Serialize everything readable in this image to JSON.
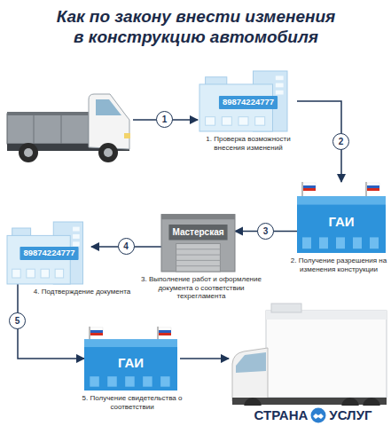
{
  "diagram": {
    "title": "Как по закону внести изменения в конструкцию автомобиля",
    "nodes": [
      {
        "text": [
          "89874224777",
          "1. Проверка возможности внесения изменений"
        ]
      },
      {
        "text": [
          "ГАИ",
          "2. Получение разрешения на изменения конструкции"
        ]
      },
      {
        "text": [
          "Мастерская",
          "3. Выполнение работ и оформление документа о соответствии техрегламента"
        ]
      },
      {
        "text": [
          "89874224777",
          "4. Подтверждение документа"
        ]
      },
      {
        "text": [
          "ГАИ",
          "5. Получение свидетельства о соответствии"
        ]
      }
    ],
    "edges": [
      {
        "from": 0,
        "to": 1,
        "arrow": "to",
        "label": "2"
      },
      {
        "from": 1,
        "to": 2,
        "arrow": "to",
        "label": "3"
      },
      {
        "from": 2,
        "to": 3,
        "arrow": "to",
        "label": "4"
      },
      {
        "from": 3,
        "to": 4,
        "arrow": "to",
        "label": "5"
      }
    ],
    "labels": [
      "1",
      "СТРАНА",
      "УСЛУГ"
    ]
  }
}
